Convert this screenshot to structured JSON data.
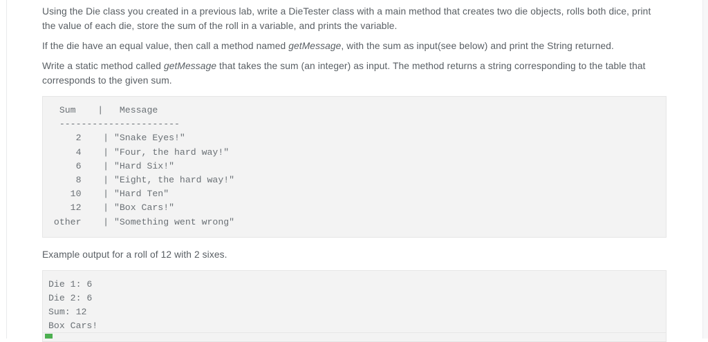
{
  "document": {
    "paragraphs": [
      {
        "id": "intro",
        "segments": [
          {
            "text": "Using the Die class you created in a previous lab, write a DieTester class with a main method that creates two die objects, rolls both dice, print the value of each die, store the sum of the roll in a variable, and prints the variable.",
            "style": "normal"
          }
        ]
      },
      {
        "id": "equal-value-rule",
        "segments": [
          {
            "text": "If the die have an equal value, then call a method named ",
            "style": "normal"
          },
          {
            "text": "getMessage",
            "style": "italic"
          },
          {
            "text": ", with the sum as input(see below) and print the String returned.",
            "style": "normal"
          }
        ]
      },
      {
        "id": "static-method-rule",
        "segments": [
          {
            "text": "Write a static method called ",
            "style": "normal"
          },
          {
            "text": "getMessage",
            "style": "italic"
          },
          {
            "text": " that takes the sum (an integer) as input. The method returns a string corresponding to the table that corresponds to the given sum.",
            "style": "normal"
          }
        ]
      }
    ],
    "sum_message_table": {
      "header": "  Sum    |   Message",
      "divider": "  ----------------------",
      "rows": [
        {
          "sum": "2",
          "message": "\"Snake Eyes!\"",
          "line": "     2    | \"Snake Eyes!\""
        },
        {
          "sum": "4",
          "message": "\"Four, the hard way!\"",
          "line": "     4    | \"Four, the hard way!\""
        },
        {
          "sum": "6",
          "message": "\"Hard Six!\"",
          "line": "     6    | \"Hard Six!\""
        },
        {
          "sum": "8",
          "message": "\"Eight, the hard way!\"",
          "line": "     8    | \"Eight, the hard way!\""
        },
        {
          "sum": "10",
          "message": "\"Hard Ten\"",
          "line": "    10    | \"Hard Ten\""
        },
        {
          "sum": "12",
          "message": "\"Box Cars!\"",
          "line": "    12    | \"Box Cars!\""
        },
        {
          "sum": "other",
          "message": "\"Something went wrong\"",
          "line": " other    | \"Something went wrong\""
        }
      ]
    },
    "example_caption": "Example output for a roll of 12 with 2 sixes.",
    "example_output": {
      "lines": [
        "Die 1: 6",
        "Die 2: 6",
        "Sum: 12",
        "Box Cars!"
      ]
    }
  },
  "colors": {
    "body_text": "#585e63",
    "code_text": "#6a7075",
    "code_background": "#f3f3f3",
    "code_border": "#e6e6e6",
    "accent_green": "#4caf50",
    "page_background": "#ffffff"
  }
}
